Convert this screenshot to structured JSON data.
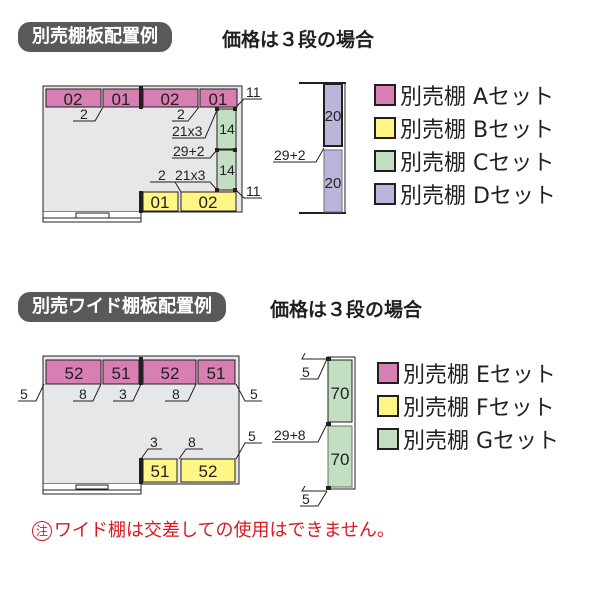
{
  "section1": {
    "title": "別売棚板配置例",
    "subtitle": "価格は３段の場合",
    "top_shelves": [
      {
        "label": "02",
        "set": "A"
      },
      {
        "label": "01",
        "set": "A"
      },
      {
        "label": "02",
        "set": "A"
      },
      {
        "label": "01",
        "set": "A"
      }
    ],
    "side_shelves": [
      {
        "label": "14",
        "set": "C"
      },
      {
        "label": "14",
        "set": "C"
      }
    ],
    "bottom_shelves": [
      {
        "label": "01",
        "set": "B"
      },
      {
        "label": "02",
        "set": "B"
      }
    ],
    "vertical_shelves": [
      {
        "label": "20",
        "set": "D"
      },
      {
        "label": "20",
        "set": "D"
      }
    ],
    "dimensions": {
      "gap_top_left": "2",
      "gap_top_right": "2",
      "side_top": "21x3",
      "side_mid": "29+2",
      "side_bottom": "21x3",
      "gap_bottom": "2",
      "corner_top": "11",
      "corner_bottom": "11",
      "vertical_mid": "29+2"
    },
    "legend": [
      {
        "label": "別売棚 Aセット",
        "color": "#d77fb3"
      },
      {
        "label": "別売棚 Bセット",
        "color": "#fff685"
      },
      {
        "label": "別売棚 Cセット",
        "color": "#c3dfc2"
      },
      {
        "label": "別売棚 Dセット",
        "color": "#bcb5db"
      }
    ]
  },
  "section2": {
    "title": "別売ワイド棚板配置例",
    "subtitle": "価格は３段の場合",
    "top_shelves": [
      {
        "label": "52",
        "set": "E"
      },
      {
        "label": "51",
        "set": "E"
      },
      {
        "label": "52",
        "set": "E"
      },
      {
        "label": "51",
        "set": "E"
      }
    ],
    "bottom_shelves": [
      {
        "label": "51",
        "set": "F"
      },
      {
        "label": "52",
        "set": "F"
      }
    ],
    "vertical_shelves": [
      {
        "label": "70",
        "set": "G"
      },
      {
        "label": "70",
        "set": "G"
      }
    ],
    "dimensions": {
      "top_left": "5",
      "top_gap1": "8",
      "top_gap2": "3",
      "top_gap3": "8",
      "top_right": "5",
      "bottom_gap1": "3",
      "bottom_gap2": "8",
      "bottom_right": "5",
      "vertical_top": "5",
      "vertical_mid": "29+8",
      "vertical_bottom": "5"
    },
    "legend": [
      {
        "label": "別売棚 Eセット",
        "color": "#d77fb3"
      },
      {
        "label": "別売棚 Fセット",
        "color": "#fff685"
      },
      {
        "label": "別売棚 Gセット",
        "color": "#c3dfc2"
      }
    ]
  },
  "note": {
    "mark": "注",
    "text": "ワイド棚は交差しての使用はできません。"
  },
  "colors": {
    "pink": "#d77fb3",
    "yellow": "#fff685",
    "green": "#c3dfc2",
    "purple": "#bcb5db",
    "floor": "#e6e7e8",
    "pill": "#58595b",
    "note": "#d71920"
  }
}
